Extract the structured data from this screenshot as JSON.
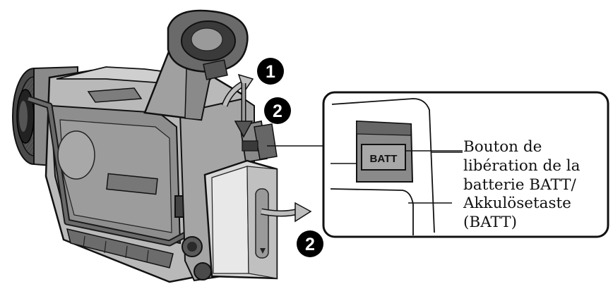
{
  "steps": {
    "step_1": "1",
    "step_2_top": "2",
    "step_2_bottom": "2"
  },
  "button_label": "BATT",
  "callout": {
    "line_1": "Bouton de",
    "line_2": "libération de la",
    "line_3": "batterie BATT/",
    "line_4": "Akkulösetaste",
    "line_5": "(BATT)"
  }
}
